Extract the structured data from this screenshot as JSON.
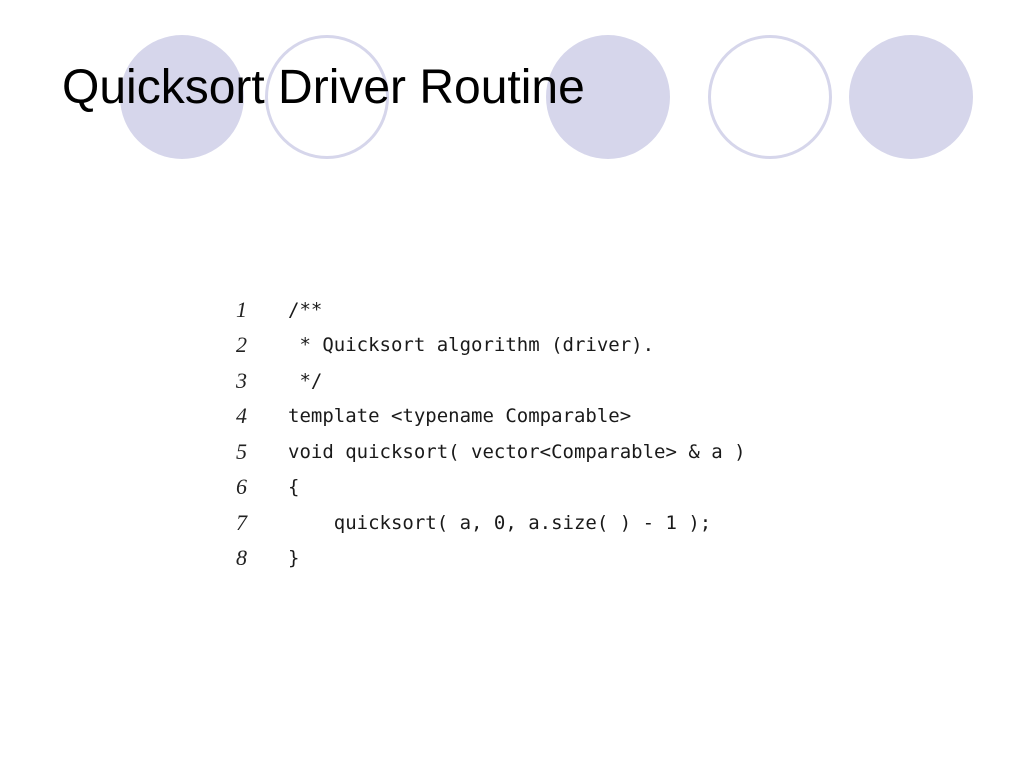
{
  "slide": {
    "title": "Quicksort Driver Routine",
    "accent_color": "#d6d6eb",
    "decor_circles": [
      "filled",
      "outlined",
      "filled",
      "outlined",
      "filled"
    ]
  },
  "code": {
    "lines": [
      {
        "number": "1",
        "text": "/**"
      },
      {
        "number": "2",
        "text": " * Quicksort algorithm (driver)."
      },
      {
        "number": "3",
        "text": " */"
      },
      {
        "number": "4",
        "text": "template <typename Comparable>"
      },
      {
        "number": "5",
        "text": "void quicksort( vector<Comparable> & a )"
      },
      {
        "number": "6",
        "text": "{"
      },
      {
        "number": "7",
        "text": "    quicksort( a, 0, a.size( ) - 1 );"
      },
      {
        "number": "8",
        "text": "}"
      }
    ]
  }
}
